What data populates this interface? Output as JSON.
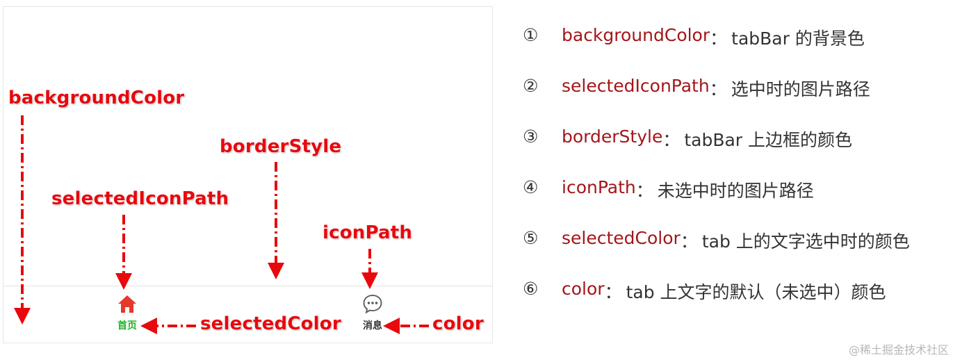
{
  "tabbar": {
    "tabs": [
      {
        "label": "首页",
        "icon": "home-icon",
        "color": "#e4392b"
      },
      {
        "label": "消息",
        "icon": "chat-bubble-icon",
        "color": "#333333"
      }
    ]
  },
  "annotations": {
    "background_color": "backgroundColor",
    "border_style": "borderStyle",
    "selected_icon_path": "selectedIconPath",
    "icon_path": "iconPath",
    "selected_color": "selectedColor",
    "color": "color"
  },
  "legend": [
    {
      "num": "①",
      "key": "backgroundColor",
      "colon": "：",
      "desc": "tabBar 的背景色"
    },
    {
      "num": "②",
      "key": "selectedIconPath",
      "colon": "：",
      "desc": "选中时的图片路径"
    },
    {
      "num": "③",
      "key": "borderStyle",
      "colon": "：",
      "desc": "tabBar 上边框的颜色"
    },
    {
      "num": "④",
      "key": "iconPath",
      "colon": "：",
      "desc": "未选中时的图片路径"
    },
    {
      "num": "⑤",
      "key": "selectedColor",
      "colon": "：",
      "desc": "tab 上的文字选中时的颜色"
    },
    {
      "num": "⑥",
      "key": "color",
      "colon": "：",
      "desc": "tab 上文字的默认（未选中）颜色"
    }
  ],
  "watermark": "@稀土掘金技术社区",
  "colors": {
    "annotation": "#e8080d",
    "legend_key": "#a3161a",
    "selected_tab": "#22b22a"
  }
}
